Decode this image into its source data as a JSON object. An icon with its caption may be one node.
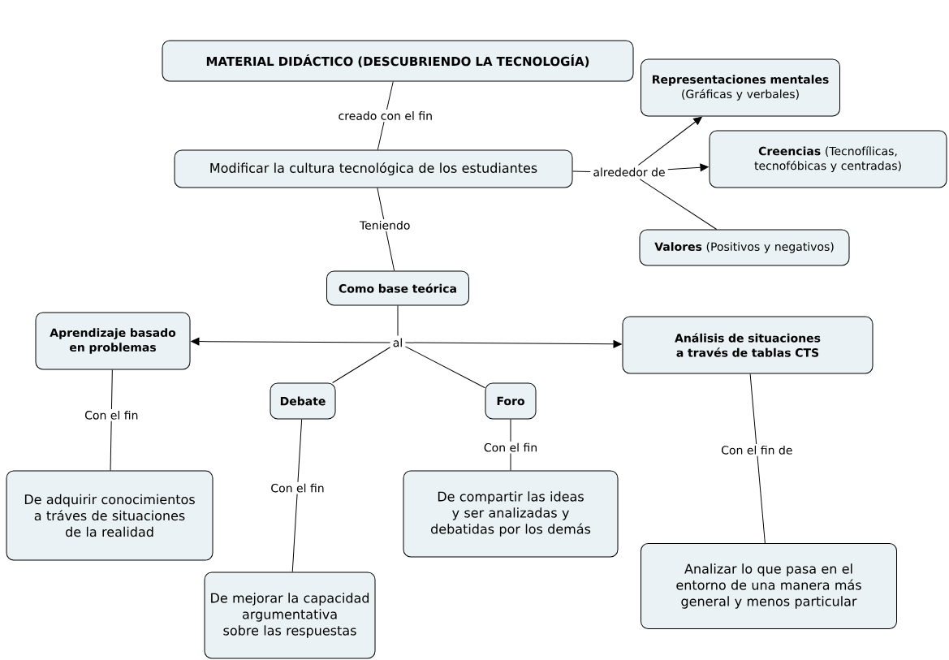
{
  "diagram": {
    "nodes": [
      {
        "text": [
          "MATERIAL DIDÁCTICO (DESCUBRIENDO LA TECNOLOGÍA)"
        ]
      },
      {
        "text": [
          "Modificar la cultura tecnológica de los estudiantes"
        ]
      },
      {
        "text": [
          "alrededor de"
        ]
      },
      {
        "text": [
          "**Representaciones mentales**",
          "(Gráficas y verbales)"
        ]
      },
      {
        "text": [
          "**Creencias** (Tecnofílicas, tecnofóbicas y centradas)"
        ]
      },
      {
        "text": [
          "**Valores** (Positivos y negativos)"
        ]
      },
      {
        "text": [
          "Como base teórica"
        ]
      },
      {
        "text": [
          "al"
        ]
      },
      {
        "text": [
          "Aprendizaje basado en problemas"
        ]
      },
      {
        "text": [
          "Análisis de situaciones a través de tablas CTS"
        ]
      },
      {
        "text": [
          "Debate"
        ]
      },
      {
        "text": [
          "Foro"
        ]
      },
      {
        "text": [
          "De adquirir conocimientos a tráves de situaciones de la realidad"
        ]
      },
      {
        "text": [
          "De mejorar la capacidad argumentativa sobre las respuestas"
        ]
      },
      {
        "text": [
          "De compartir las ideas y ser analizadas y debatidas por los demás"
        ]
      },
      {
        "text": [
          "Analizar lo que pasa en el entorno de una manera más general y menos particular"
        ]
      }
    ],
    "edges": [
      {
        "from": 0,
        "to": 1,
        "arrow": "none",
        "label": "creado con el fin"
      },
      {
        "from": 1,
        "to": 2,
        "arrow": "none"
      },
      {
        "from": 2,
        "to": 3,
        "arrow": "to"
      },
      {
        "from": 2,
        "to": 4,
        "arrow": "to"
      },
      {
        "from": 2,
        "to": 5,
        "arrow": "none"
      },
      {
        "from": 1,
        "to": 6,
        "arrow": "none",
        "label": "Teniendo"
      },
      {
        "from": 6,
        "to": 7,
        "arrow": "none"
      },
      {
        "from": 7,
        "to": 8,
        "arrow": "to"
      },
      {
        "from": 7,
        "to": 9,
        "arrow": "to"
      },
      {
        "from": 7,
        "to": 10,
        "arrow": "none"
      },
      {
        "from": 7,
        "to": 11,
        "arrow": "none"
      },
      {
        "from": 8,
        "to": 12,
        "arrow": "none",
        "label": "Con el fin"
      },
      {
        "from": 10,
        "to": 13,
        "arrow": "none",
        "label": "Con el fin"
      },
      {
        "from": 11,
        "to": 14,
        "arrow": "none",
        "label": "Con el fin"
      },
      {
        "from": 9,
        "to": 15,
        "arrow": "none",
        "label": "Con el fin de"
      }
    ]
  }
}
